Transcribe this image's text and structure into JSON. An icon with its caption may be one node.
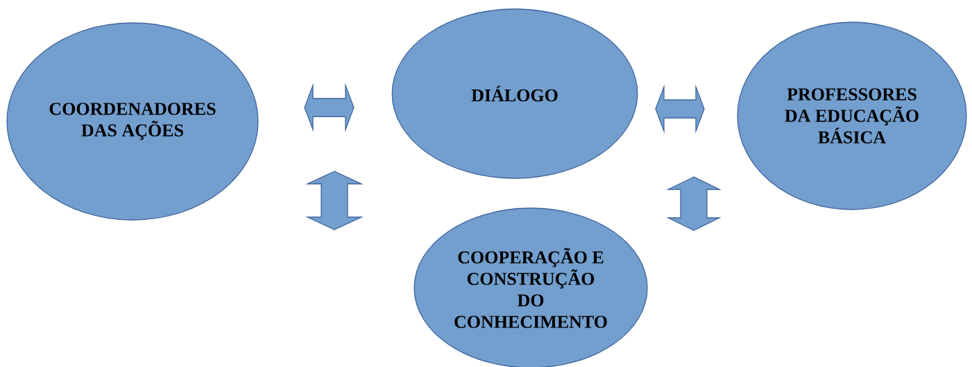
{
  "diagram": {
    "nodes": [
      {
        "text": [
          "COORDENADORES DAS AÇÕES"
        ]
      },
      {
        "text": [
          "DIÁLOGO"
        ]
      },
      {
        "text": [
          "PROFESSORES DA EDUCAÇÃO BÁSICA"
        ]
      },
      {
        "text": [
          "COOPERAÇÃO E CONSTRUÇÃO DO CONHECIMENTO"
        ]
      }
    ],
    "edges": [
      {
        "from": 0,
        "to": 1,
        "arrow": "both"
      },
      {
        "from": 1,
        "to": 2,
        "arrow": "both"
      },
      {
        "from": 0,
        "to": 3,
        "arrow": "both"
      },
      {
        "from": 2,
        "to": 3,
        "arrow": "both"
      }
    ]
  }
}
